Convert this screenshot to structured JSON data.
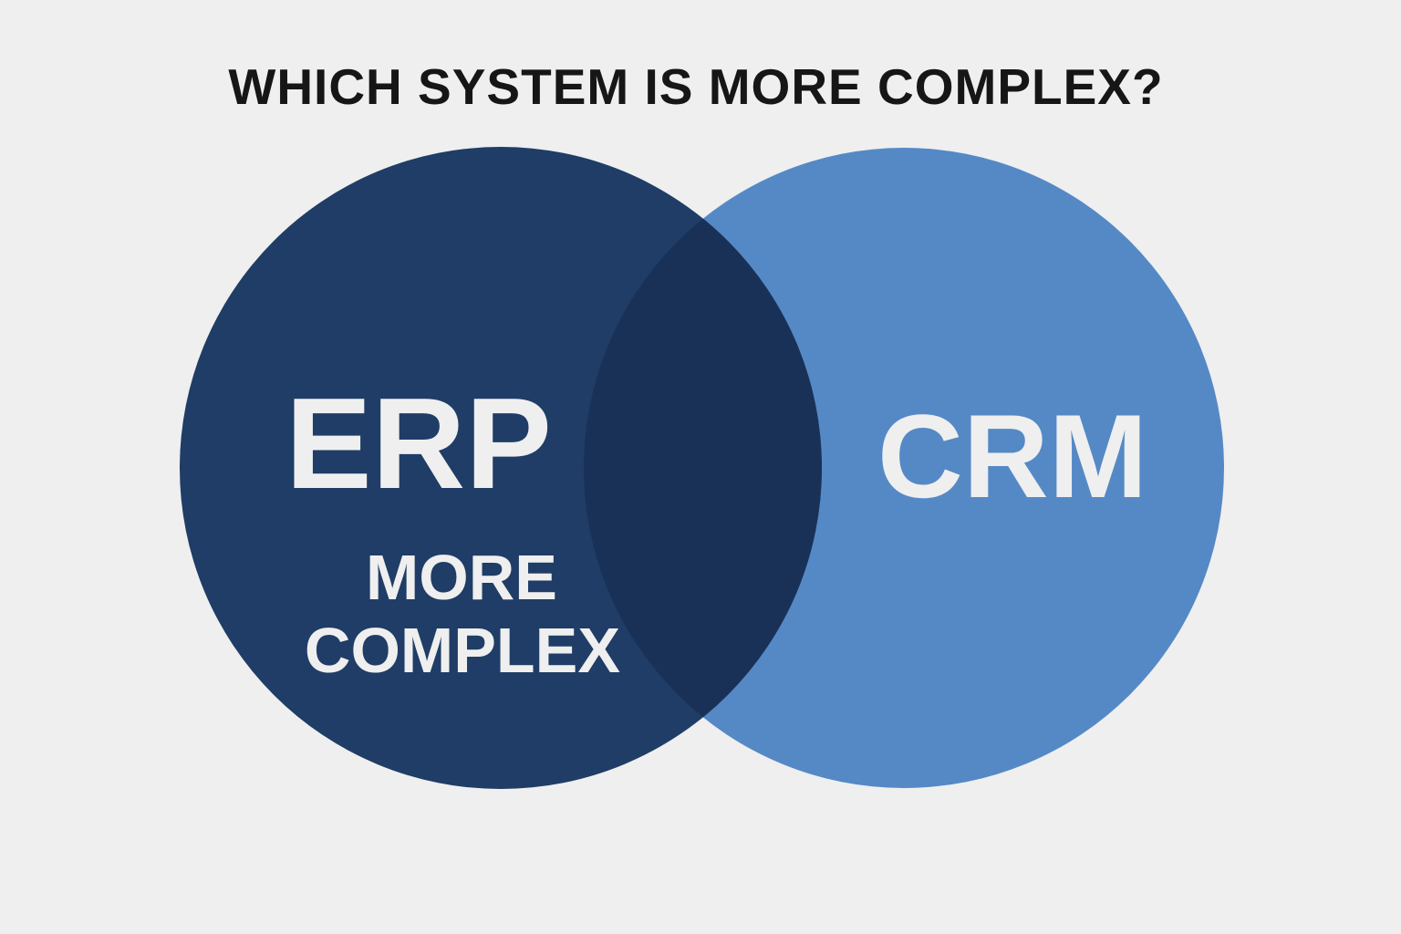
{
  "title": "WHICH SYSTEM IS MORE COMPLEX?",
  "left_circle": {
    "label": "ERP",
    "note_line1": "MORE",
    "note_line2": "COMPLEX",
    "color": "#1f3d66"
  },
  "right_circle": {
    "label": "CRM",
    "color": "#5589c6"
  },
  "overlap_color": "#1a3157",
  "background": "#efefef"
}
